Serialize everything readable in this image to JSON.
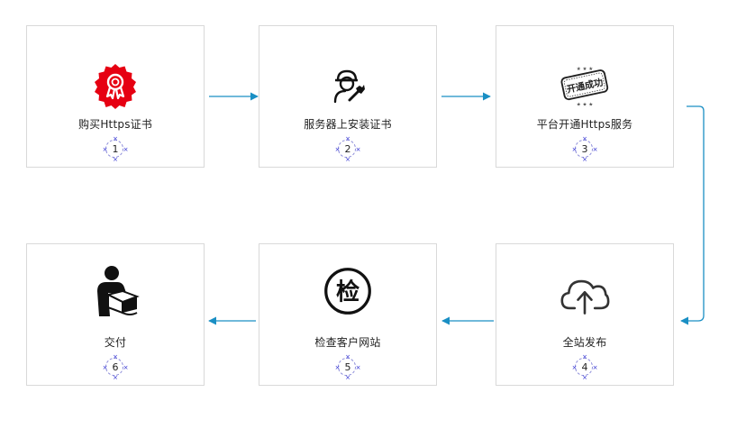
{
  "steps": [
    {
      "label": "购买Https证书",
      "number": "1",
      "icon": "award-badge-icon",
      "color": "#e60012"
    },
    {
      "label": "服务器上安装证书",
      "number": "2",
      "icon": "engineer-wrench-icon",
      "color": "#111111"
    },
    {
      "label": "平台开通Https服务",
      "number": "3",
      "icon": "success-stamp-icon",
      "stamp_text": "开通成功",
      "color": "#222222"
    },
    {
      "label": "全站发布",
      "number": "4",
      "icon": "cloud-upload-icon",
      "color": "#333333"
    },
    {
      "label": "检查客户网站",
      "number": "5",
      "icon": "inspect-seal-icon",
      "seal_text": "检",
      "color": "#111111"
    },
    {
      "label": "交付",
      "number": "6",
      "icon": "delivery-person-icon",
      "color": "#111111"
    }
  ],
  "connector_color": "#1a8fc4"
}
